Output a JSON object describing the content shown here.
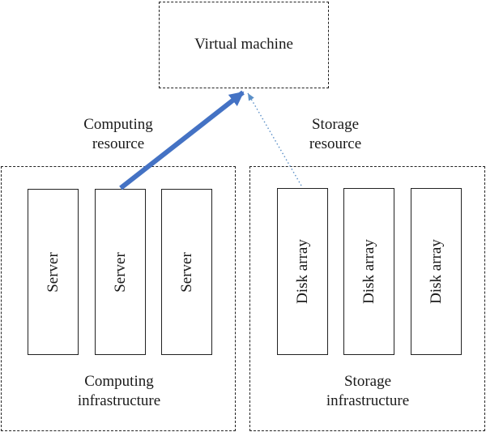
{
  "virtual_machine": {
    "label": "Virtual machine"
  },
  "computing_resource": {
    "label": "Computing\nresource"
  },
  "storage_resource": {
    "label": "Storage\nresource"
  },
  "computing_infrastructure": {
    "label": "Computing\ninfrastructure",
    "servers": [
      "Server",
      "Server",
      "Server"
    ]
  },
  "storage_infrastructure": {
    "label": "Storage\ninfrastructure",
    "disk_arrays": [
      "Disk array",
      "Disk array",
      "Disk array"
    ]
  },
  "colors": {
    "compute_arrow": "#4472c4",
    "storage_arrow": "#5b8fc7",
    "border": "#222222"
  }
}
